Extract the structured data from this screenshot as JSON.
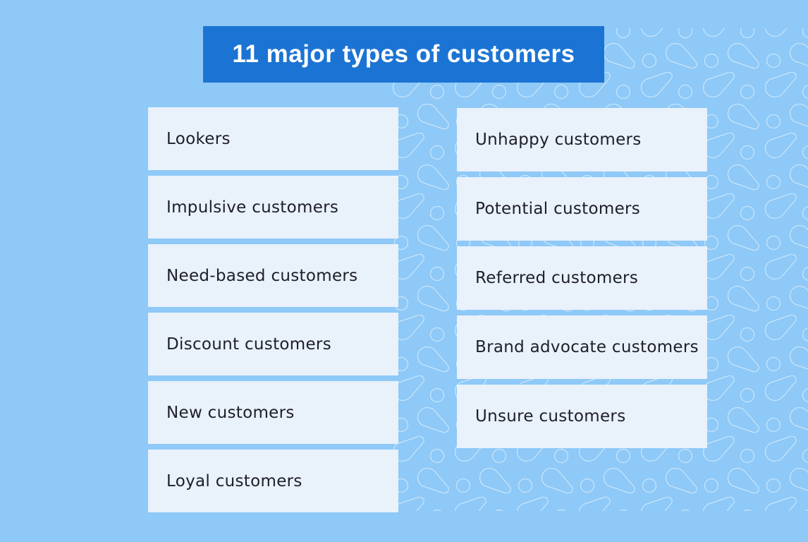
{
  "title_banner": {
    "label": "11 major types of customers",
    "background_color": "#1b74d3",
    "text_color": "#ffffff"
  },
  "background": {
    "color": "#8ec9f7",
    "pattern_shapes": [
      "circle-outline",
      "teardrop-outline"
    ],
    "pattern_stroke_color": "#bcdffb"
  },
  "card_style": {
    "background_color": "#e9f1fb",
    "text_color": "#1e1e29"
  },
  "columns": {
    "left": [
      "Lookers",
      "Impulsive customers",
      "Need-based customers",
      "Discount customers",
      "New customers",
      "Loyal customers"
    ],
    "right": [
      "Unhappy customers",
      "Potential customers",
      "Referred customers",
      "Brand advocate customers",
      "Unsure customers"
    ]
  }
}
